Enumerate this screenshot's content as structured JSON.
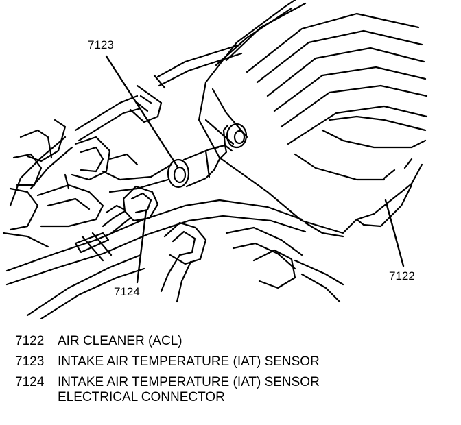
{
  "callouts": {
    "sensor": "7123",
    "connector": "7124",
    "air_cleaner": "7122"
  },
  "legend": [
    {
      "number": "7122",
      "lines": [
        "AIR CLEANER (ACL)"
      ]
    },
    {
      "number": "7123",
      "lines": [
        "INTAKE AIR TEMPERATURE (IAT) SENSOR"
      ]
    },
    {
      "number": "7124",
      "lines": [
        "INTAKE AIR TEMPERATURE (IAT) SENSOR",
        "ELECTRICAL CONNECTOR"
      ]
    }
  ]
}
